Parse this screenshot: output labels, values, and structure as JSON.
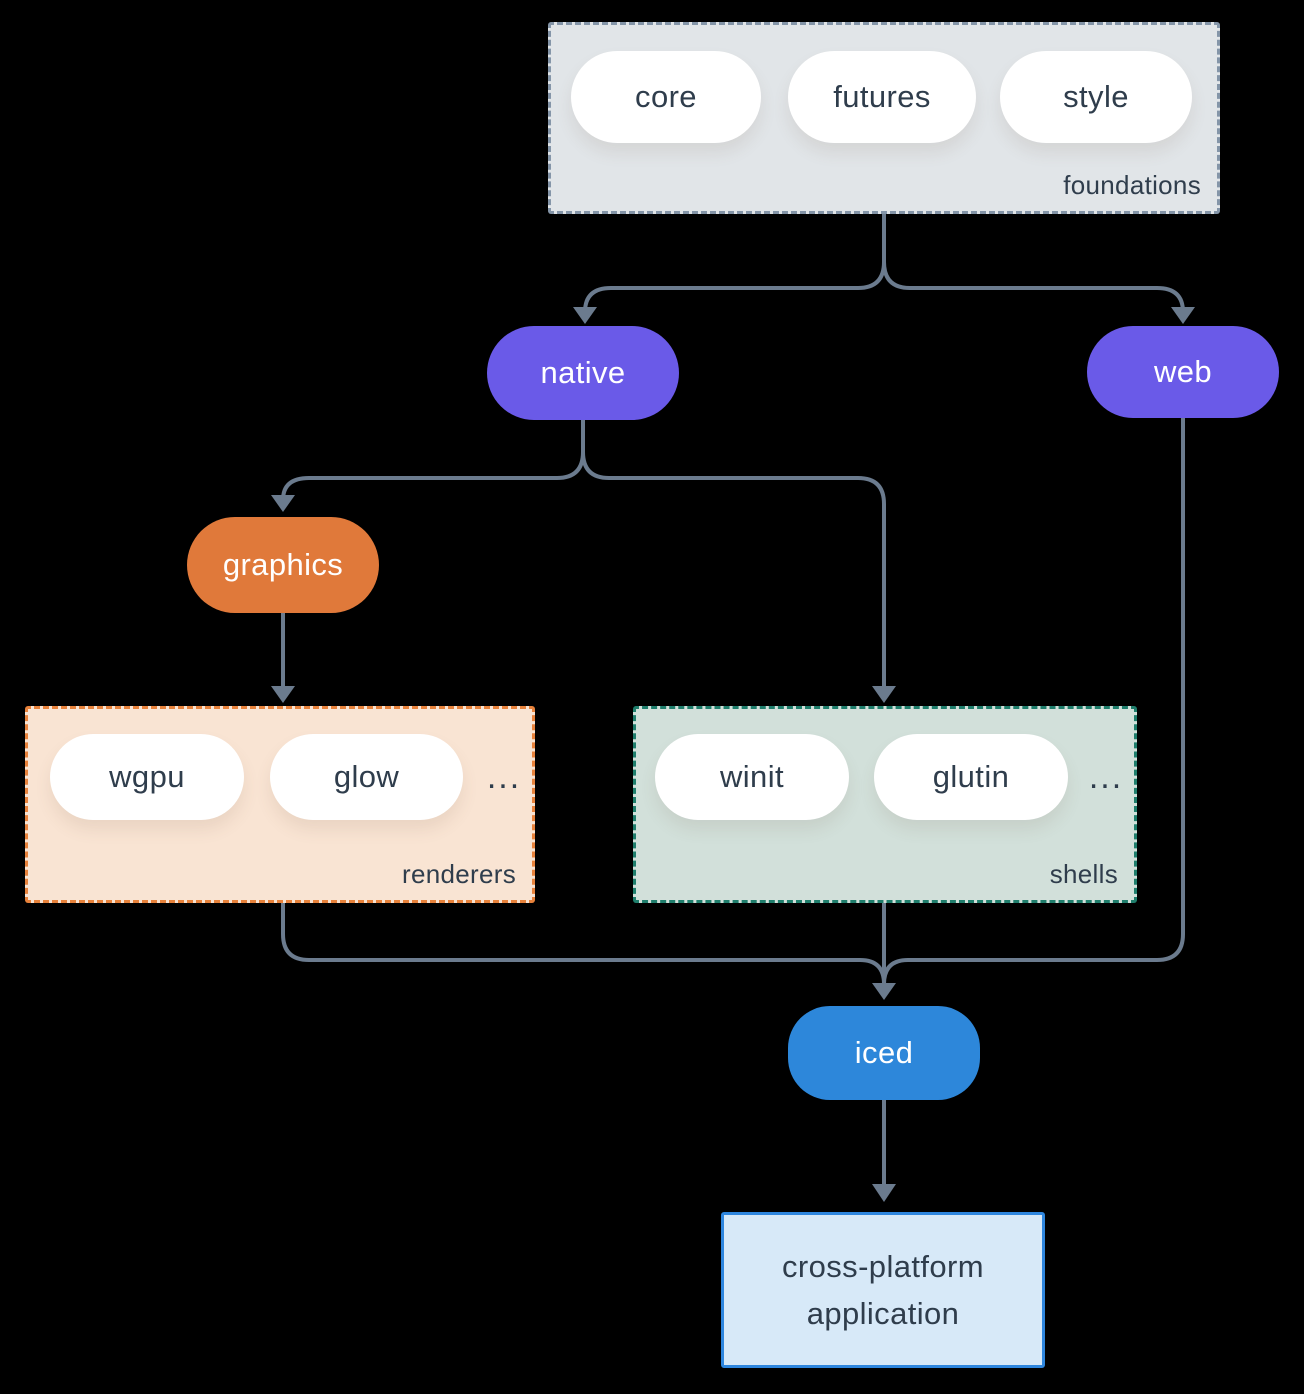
{
  "diagram": {
    "background_color": "#000000",
    "edge_color": "#6b7b8e",
    "label_text_color": "#2f3d4c",
    "groups": {
      "foundations": {
        "label": "foundations",
        "fill": "#e1e5e8",
        "border_color": "#8495a8",
        "items": [
          {
            "label": "core"
          },
          {
            "label": "futures"
          },
          {
            "label": "style"
          }
        ]
      },
      "renderers": {
        "label": "renderers",
        "fill": "#f9e4d3",
        "border_color": "#e8823b",
        "items": [
          {
            "label": "wgpu"
          },
          {
            "label": "glow"
          }
        ],
        "ellipsis": "..."
      },
      "shells": {
        "label": "shells",
        "fill": "#d2e0da",
        "border_color": "#1f7e6c",
        "items": [
          {
            "label": "winit"
          },
          {
            "label": "glutin"
          }
        ],
        "ellipsis": "..."
      }
    },
    "nodes": {
      "native": {
        "label": "native",
        "fill": "#6a5ae8"
      },
      "web": {
        "label": "web",
        "fill": "#6a5ae8"
      },
      "graphics": {
        "label": "graphics",
        "fill": "#e0793a"
      },
      "iced": {
        "label": "iced",
        "fill": "#2d87da"
      }
    },
    "application": {
      "line1": "cross-platform",
      "line2": "application",
      "fill": "#d7e9f8",
      "border_color": "#2e86de"
    }
  }
}
